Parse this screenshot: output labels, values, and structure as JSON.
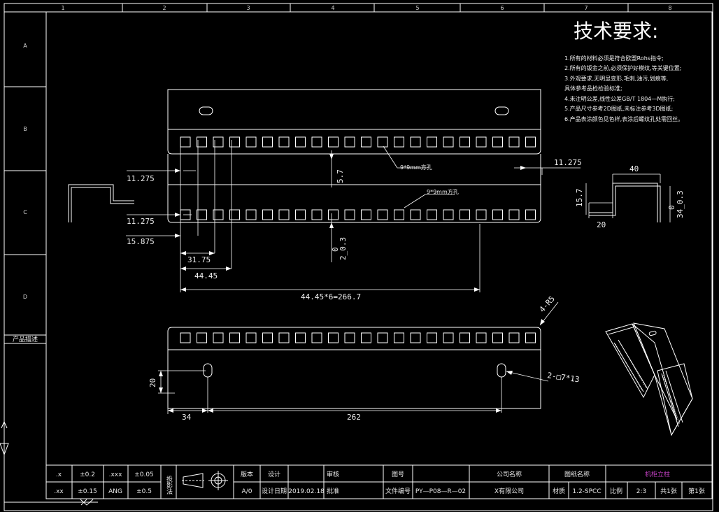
{
  "colors": {
    "background": "#000000",
    "line": "#ffffff",
    "highlight": "#c040c0"
  },
  "border": {
    "columns": [
      "1",
      "2",
      "3",
      "4",
      "5",
      "6",
      "7",
      "8"
    ],
    "rows": [
      "A",
      "B",
      "C",
      "D"
    ],
    "side_label": "产品描述"
  },
  "tech_requirements": {
    "title": "技术要求:",
    "items": [
      "1.所有的材料必须是符合欧盟Rohs指令;",
      "2.所有的钣金之前,必须保护好模纹,等关键位置;",
      "3.外观要求,无明显变形,毛刺,油污,划痕等,",
      "具体参考品检检验标准;",
      "4.未注明公差,线性公差GB/T 1804—M执行;",
      "5.产品尺寸参考2D图纸,未标注参考3D图纸;",
      "6.产品表涂颜色见色样,表涂后螺纹孔处需回丝。"
    ]
  },
  "dimensions": {
    "d_11275_a": "11.275",
    "d_11275_b": "11.275",
    "d_11275_c": "11.275",
    "d_15875": "15.875",
    "d_3175": "31.75",
    "d_4445": "44.45",
    "d_total": "44.45*6=266.7",
    "d_57": "5.7",
    "d_tol_a": "2_0.3",
    "d_tol_a_top": "0",
    "d_tol_b": "34_0.3",
    "d_tol_b_top": "0",
    "d_40": "40",
    "d_157": "15.7",
    "d_20_side": "20",
    "d_4r5": "4-R5",
    "d_20_slot": "20",
    "d_34": "34",
    "d_262": "262",
    "d_slot_note": "2-□7*13",
    "hole_label_1": "9*9mm方孔",
    "hole_label_2": "9*9mm方孔"
  },
  "title_block": {
    "tol_x_label": ".x",
    "tol_x": "±0.2",
    "tol_xxx_label": ".xxx",
    "tol_xxx": "±0.05",
    "tol_xx_label": ".xx",
    "tol_xx": "±0.15",
    "tol_ang_label": "ANG",
    "tol_ang": "±0.5",
    "projection_label": "投影法",
    "version_label": "版本",
    "version": "A/0",
    "design_label": "设计",
    "design_date_label": "设计日期",
    "design_date": "2019.02.18",
    "review_label": "审核",
    "approve_label": "批准",
    "drawing_no_label": "图号",
    "file_no_label": "文件编号",
    "file_no": "PY—P08—R—02",
    "company_label": "公司名称",
    "company": "X有限公司",
    "drawing_name_label": "图纸名称",
    "drawing_name": "机柜立柱",
    "material_label": "材质",
    "material": "1.2-SPCC",
    "scale_label": "比例",
    "scale": "2:3",
    "sheets_total": "共1张",
    "sheet_no": "第1张"
  }
}
